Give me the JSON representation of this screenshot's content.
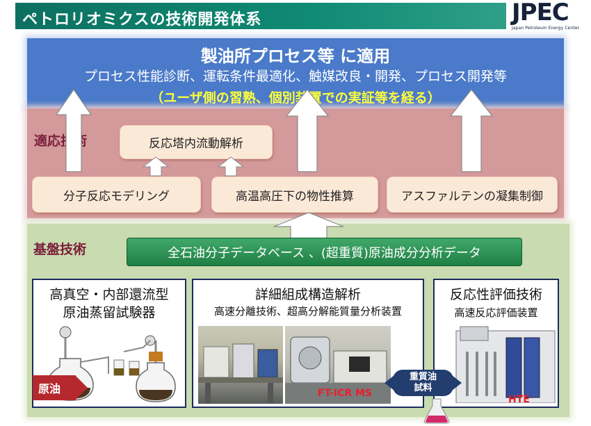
{
  "header": {
    "title": "ペトロリオミクスの技術開発体系",
    "logo_main": "JPEC",
    "logo_sub": "Japan Petroleum Energy Center"
  },
  "top": {
    "title": "製油所プロセス等 に適用",
    "subtitle": "プロセス性能診断、運転条件最適化、触媒改良・開発、プロセス開発等",
    "note": "（ユーザ側の習熟、個別装置での実証等を経る）"
  },
  "adapt": {
    "label": "適応技術",
    "flow_analysis": "反応塔内流動解析",
    "boxes": [
      "分子反応モデリング",
      "高温高圧下の物性推算",
      "アスファルテンの凝集制御"
    ]
  },
  "base": {
    "label": "基盤技術",
    "database": "全石油分子データベース 、(超重質)原油成分分析データ",
    "panels": [
      {
        "title1": "高真空・内部還流型",
        "title2": "原油蒸留試験器"
      },
      {
        "title1": "詳細組成構造解析",
        "sub": "高速分離技術、超高分解能質量分析装置"
      },
      {
        "title1": "反応性評価技術",
        "sub": "高速反応評価装置"
      }
    ],
    "crude_tag": "原油",
    "heavy_oil_tag_1": "重質油",
    "heavy_oil_tag_2": "試料",
    "ft_label": "FT-ICR MS",
    "hte_label": "HTE"
  }
}
